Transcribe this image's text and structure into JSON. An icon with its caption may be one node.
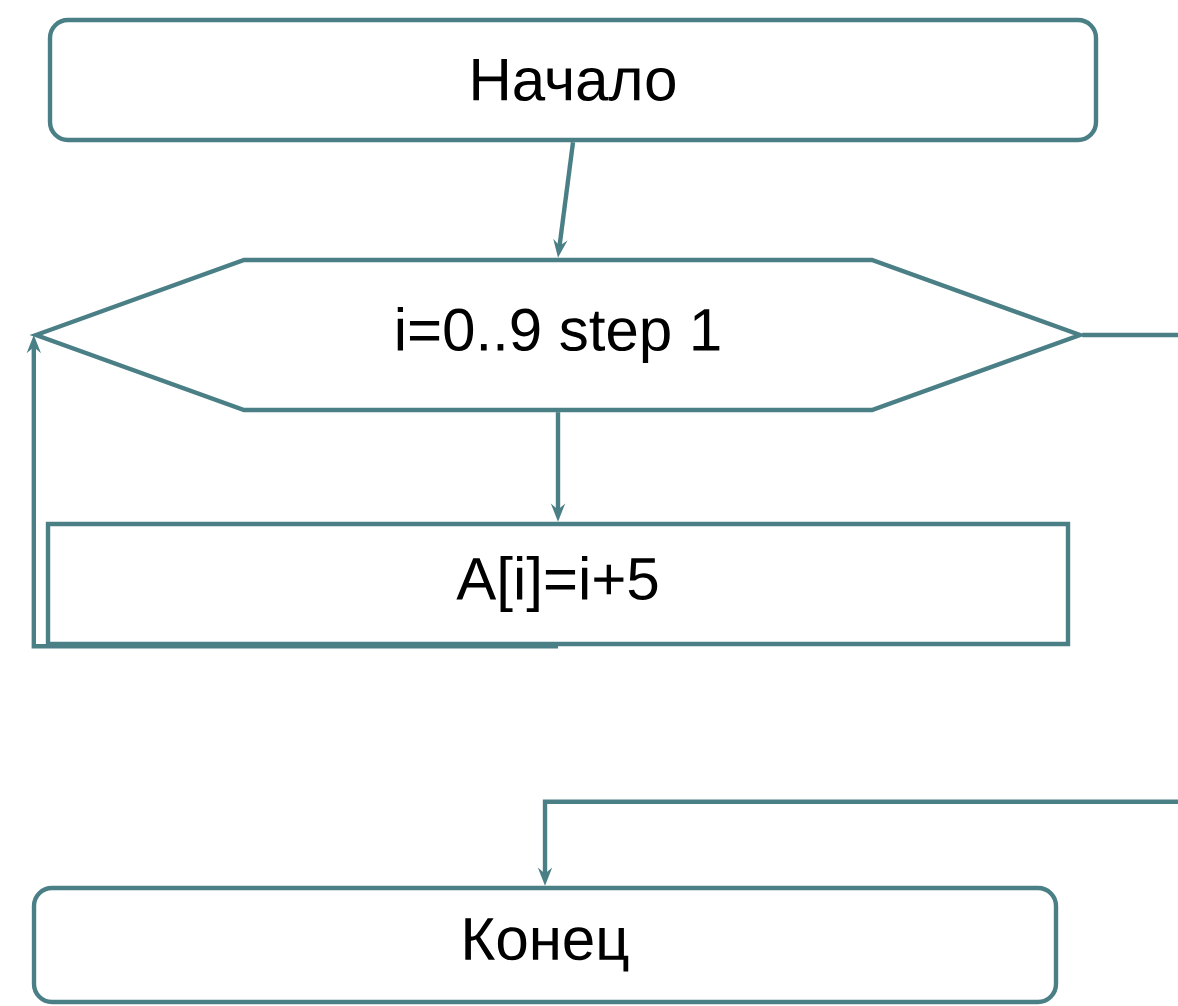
{
  "diagram": {
    "nodes": [
      {
        "text": [
          "Начало"
        ]
      },
      {
        "text": [
          "i=0..9 step 1"
        ]
      },
      {
        "text": [
          "A[i]=i+5"
        ]
      },
      {
        "text": [
          "Конец"
        ]
      }
    ],
    "edges": [
      {
        "from": 0,
        "to": 1,
        "arrow": "to"
      },
      {
        "from": 1,
        "to": 2,
        "arrow": "to"
      },
      {
        "from": 2,
        "to": 1,
        "arrow": "to"
      },
      {
        "from": 1,
        "to": 3,
        "arrow": "to"
      }
    ]
  }
}
